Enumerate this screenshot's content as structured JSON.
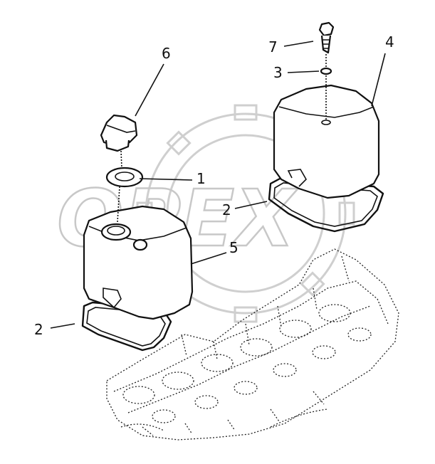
{
  "diagram": {
    "watermark": "OPEX",
    "callouts": {
      "c1": "1",
      "c2_right": "2",
      "c2_left": "2",
      "c3": "3",
      "c4": "4",
      "c5": "5",
      "c6": "6",
      "c7": "7"
    }
  }
}
